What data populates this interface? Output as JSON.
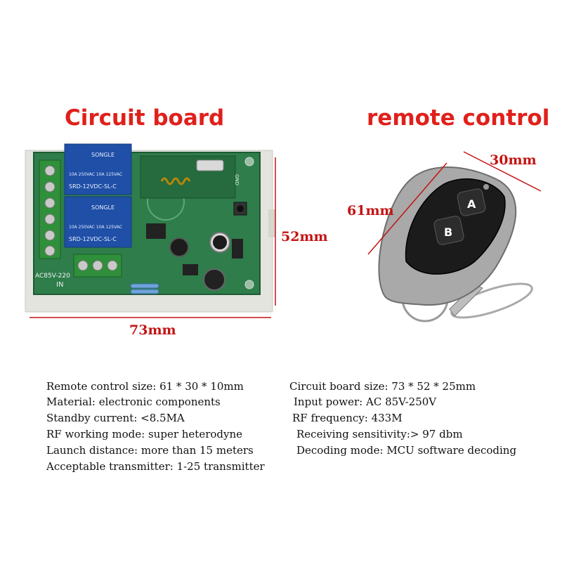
{
  "titles": {
    "board": "Circuit board",
    "remote": "remote control"
  },
  "board_labels": {
    "relay_brand": "SONGLE",
    "relay_model": "SRD-12VDC-SL-C",
    "relay_rating": "10A 250VAC 10A 125VAC",
    "voltage": "AC85V-220",
    "input": "IN",
    "gnd": "GND"
  },
  "remote_buttons": {
    "a": "A",
    "b": "B"
  },
  "dimensions": {
    "board_width": "73mm",
    "board_height": "52mm",
    "remote_length": "61mm",
    "remote_width": "30mm"
  },
  "specs": {
    "left": [
      "Remote control size: 61 * 30 * 10mm",
      "Material: electronic components",
      "Standby current: <8.5MA",
      "RF working mode: super heterodyne",
      "Launch distance: more than 15 meters",
      "Acceptable transmitter: 1-25 transmitter"
    ],
    "right": [
      "Circuit board size: 73 * 52 * 25mm",
      "Input power: AC 85V-250V",
      "RF frequency: 433M",
      "Receiving sensitivity:> 97 dbm",
      "Decoding mode: MCU software decoding"
    ]
  },
  "colors": {
    "title_red": "#e0201b",
    "dim_red": "#c41414",
    "pcb_green": "#2e7d4a",
    "relay_blue": "#1f4fa6",
    "terminal_green": "#2f8f3a"
  }
}
